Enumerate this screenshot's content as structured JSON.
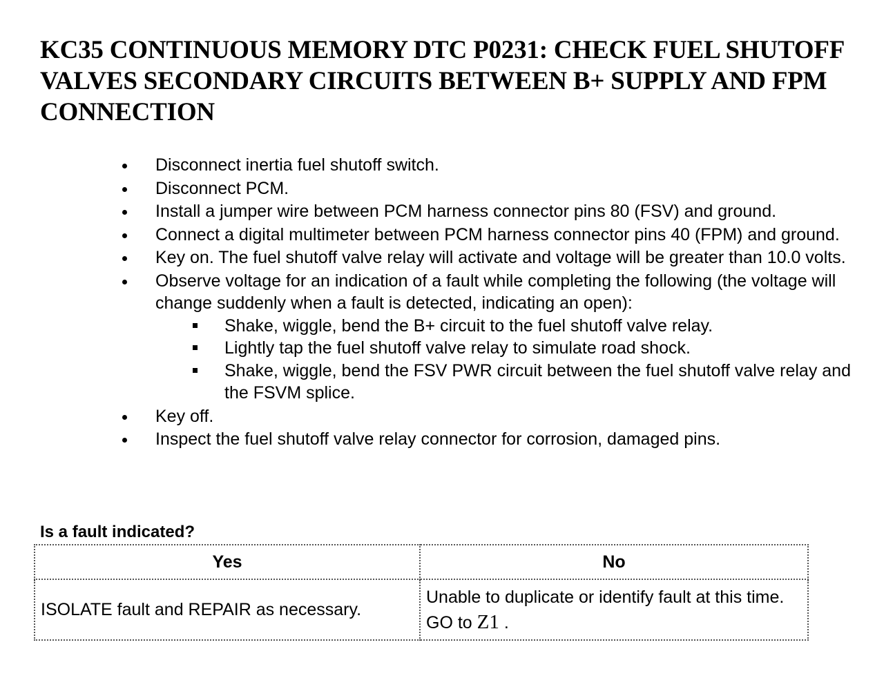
{
  "title": "KC35 CONTINUOUS MEMORY DTC P0231: CHECK FUEL SHUTOFF VALVES SECONDARY CIRCUITS BETWEEN B+ SUPPLY AND FPM CONNECTION",
  "steps": [
    "Disconnect inertia fuel shutoff switch.",
    "Disconnect PCM.",
    "Install a jumper wire between PCM harness connector pins 80 (FSV) and ground.",
    "Connect a digital multimeter between PCM harness connector pins 40 (FPM) and ground.",
    "Key on. The fuel shutoff valve relay will activate and voltage will be greater than 10.0 volts.",
    "Observe voltage for an indication of a fault while completing the following (the voltage will change suddenly when a fault is detected, indicating an open):",
    "Key off.",
    "Inspect the fuel shutoff valve relay connector for corrosion, damaged pins."
  ],
  "substeps": [
    "Shake, wiggle, bend the B+ circuit to the fuel shutoff valve relay.",
    "Lightly tap the fuel shutoff valve relay to simulate road shock.",
    "Shake, wiggle, bend the FSV PWR circuit between the fuel shutoff valve relay and the FSVM splice."
  ],
  "question": "Is a fault indicated?",
  "table": {
    "headers": [
      "Yes",
      "No"
    ],
    "yes_text": "ISOLATE fault and REPAIR as necessary.",
    "no_text": "Unable to duplicate or identify fault at this time. GO to",
    "no_ref": "Z1",
    "no_end": "."
  }
}
